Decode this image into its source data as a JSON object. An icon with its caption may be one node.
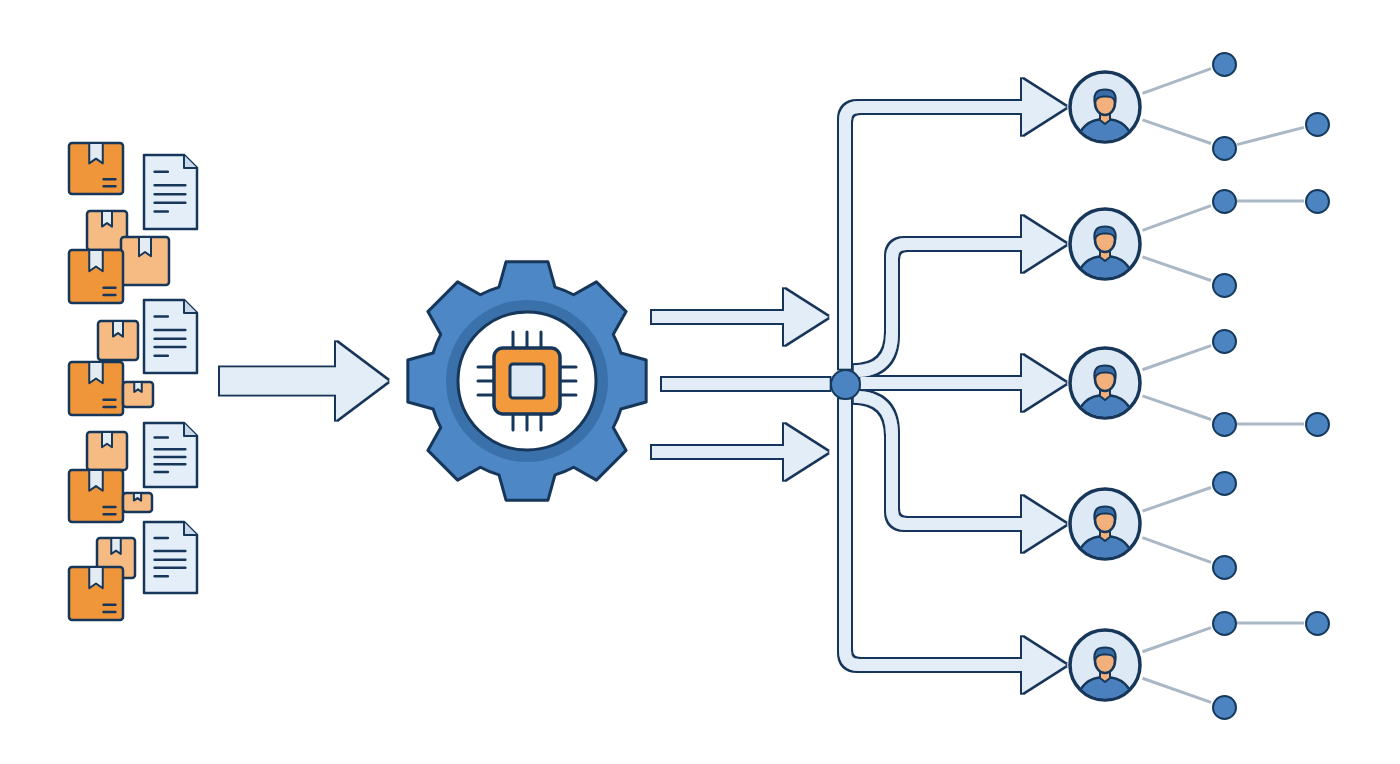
{
  "diagram": {
    "nodes": [
      {
        "text": [],
        "shape": "picture"
      },
      {
        "text": [],
        "shape": "gear"
      },
      {
        "text": [],
        "shape": "circle"
      },
      {
        "text": [],
        "shape": "person"
      },
      {
        "text": [],
        "shape": "person"
      },
      {
        "text": [],
        "shape": "person"
      },
      {
        "text": [],
        "shape": "person"
      },
      {
        "text": [],
        "shape": "person"
      },
      {
        "text": [],
        "shape": "circle"
      },
      {
        "text": [],
        "shape": "circle"
      },
      {
        "text": [],
        "shape": "circle"
      },
      {
        "text": [],
        "shape": "circle"
      },
      {
        "text": [],
        "shape": "circle"
      },
      {
        "text": [],
        "shape": "circle"
      },
      {
        "text": [],
        "shape": "circle"
      },
      {
        "text": [],
        "shape": "circle"
      },
      {
        "text": [],
        "shape": "circle"
      },
      {
        "text": [],
        "shape": "circle"
      },
      {
        "text": [],
        "shape": "circle"
      },
      {
        "text": [],
        "shape": "circle"
      },
      {
        "text": [],
        "shape": "circle"
      },
      {
        "text": [],
        "shape": "circle"
      }
    ],
    "edges": [
      {
        "from": 0,
        "to": 1,
        "arrow": "to",
        "style": "thick",
        "color": "#e2edf7"
      },
      {
        "from": 1,
        "to": 2,
        "arrow": "to",
        "style": "thick",
        "color": "#e2edf7"
      },
      {
        "from": 1,
        "to": 2,
        "arrow": "none",
        "style": "thick",
        "color": "#e2edf7"
      },
      {
        "from": 1,
        "to": 2,
        "arrow": "to",
        "style": "thick",
        "color": "#e2edf7"
      },
      {
        "from": 2,
        "to": 3,
        "arrow": "to",
        "style": "thick",
        "color": "#e2edf7"
      },
      {
        "from": 2,
        "to": 4,
        "arrow": "to",
        "style": "thick",
        "color": "#e2edf7"
      },
      {
        "from": 2,
        "to": 5,
        "arrow": "to",
        "style": "thick",
        "color": "#e2edf7"
      },
      {
        "from": 2,
        "to": 6,
        "arrow": "to",
        "style": "thick",
        "color": "#e2edf7"
      },
      {
        "from": 2,
        "to": 7,
        "arrow": "to",
        "style": "thick",
        "color": "#e2edf7"
      },
      {
        "from": 3,
        "to": 8,
        "arrow": "none"
      },
      {
        "from": 3,
        "to": 9,
        "arrow": "none"
      },
      {
        "from": 9,
        "to": 10,
        "arrow": "none"
      },
      {
        "from": 4,
        "to": 11,
        "arrow": "none"
      },
      {
        "from": 11,
        "to": 12,
        "arrow": "none"
      },
      {
        "from": 4,
        "to": 13,
        "arrow": "none"
      },
      {
        "from": 5,
        "to": 14,
        "arrow": "none"
      },
      {
        "from": 5,
        "to": 15,
        "arrow": "none"
      },
      {
        "from": 15,
        "to": 16,
        "arrow": "none"
      },
      {
        "from": 6,
        "to": 17,
        "arrow": "none"
      },
      {
        "from": 6,
        "to": 18,
        "arrow": "none"
      },
      {
        "from": 7,
        "to": 19,
        "arrow": "none"
      },
      {
        "from": 19,
        "to": 20,
        "arrow": "none"
      },
      {
        "from": 7,
        "to": 21,
        "arrow": "none"
      }
    ]
  }
}
